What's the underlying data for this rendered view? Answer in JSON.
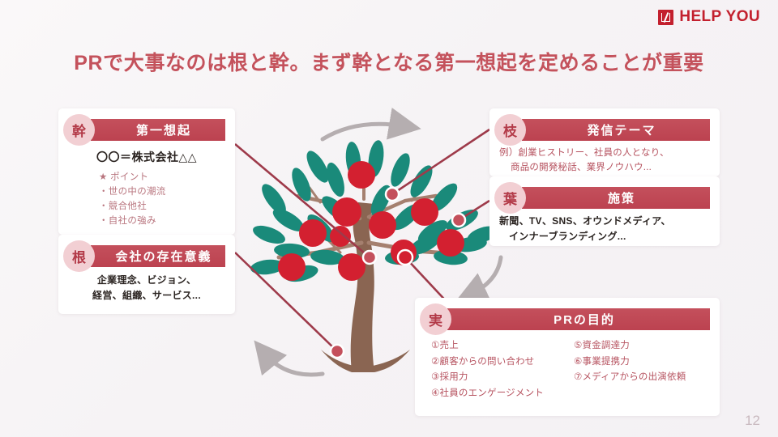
{
  "logo": {
    "text": "HELP YOU",
    "mark": "helpyou-logo-mark",
    "color": "#c3202e"
  },
  "title": "PRで大事なのは根と幹。まず幹となる第一想起を定めることが重要",
  "page_number": "12",
  "colors": {
    "accent_bar": "#bc4250",
    "badge_bg": "#f2cfd3",
    "badge_text": "#b33a48",
    "title": "#c4525c",
    "leaf": "#1a8a7a",
    "apple": "#d32030",
    "trunk": "#8a6552",
    "connector": "#9e3a4a",
    "arrow": "#b5aeb0",
    "background": "#f7f5f6"
  },
  "cards": {
    "trunk": {
      "badge": "幹",
      "header": "第一想起",
      "lead": "〇〇＝株式会社△△",
      "bullets": [
        "★ ポイント",
        "・世の中の潮流",
        "・競合他社",
        "・自社の強み"
      ]
    },
    "root": {
      "badge": "根",
      "header": "会社の存在意義",
      "lines": [
        "企業理念、ビジョン、",
        "経営、組織、サービス..."
      ]
    },
    "branch": {
      "badge": "枝",
      "header": "発信テーマ",
      "lines": [
        "例）創業ヒストリー、社員の人となり、",
        "商品の開発秘話、業界ノウハウ..."
      ]
    },
    "leaf": {
      "badge": "葉",
      "header": "施策",
      "lines": [
        "新聞、TV、SNS、オウンドメディア、",
        "インナーブランディング..."
      ]
    },
    "fruit": {
      "badge": "実",
      "header": "PRの目的",
      "left_items": [
        "①売上",
        "②顧客からの問い合わせ",
        "③採用力",
        "④社員のエンゲージメント"
      ],
      "right_items": [
        "⑤資金調達力",
        "⑥事業提携力",
        "⑦メディアからの出演依頼"
      ]
    }
  },
  "illustration": {
    "name": "apple-tree-diagram",
    "arrows": [
      "arrow-top-right",
      "arrow-right-down",
      "arrow-bottom-left"
    ]
  }
}
